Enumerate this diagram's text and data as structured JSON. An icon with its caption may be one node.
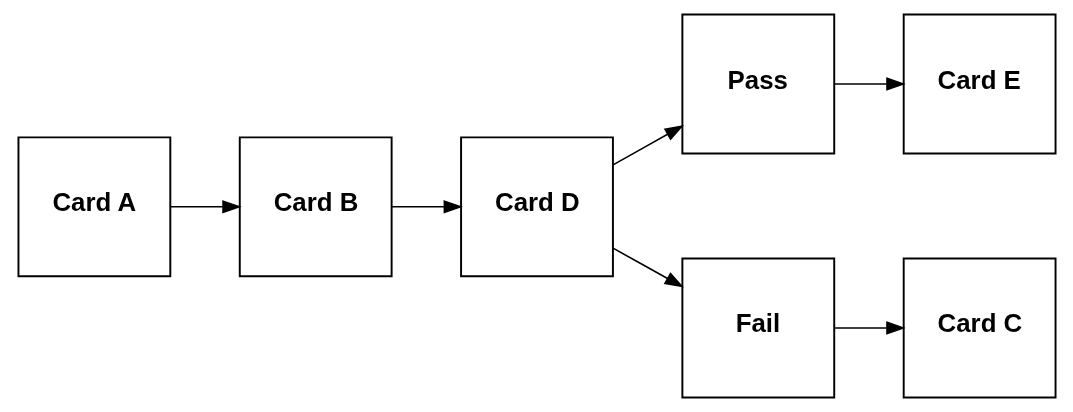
{
  "diagram": {
    "nodes": [
      {
        "text": [
          "Card A"
        ]
      },
      {
        "text": [
          "Card B"
        ]
      },
      {
        "text": [
          "Card D"
        ]
      },
      {
        "text": [
          "Pass"
        ]
      },
      {
        "text": [
          "Fail"
        ]
      },
      {
        "text": [
          "Card E"
        ]
      },
      {
        "text": [
          "Card C"
        ]
      }
    ],
    "edges": [
      {
        "from": 0,
        "to": 1,
        "arrow": "to"
      },
      {
        "from": 1,
        "to": 2,
        "arrow": "to"
      },
      {
        "from": 2,
        "to": 3,
        "arrow": "to"
      },
      {
        "from": 2,
        "to": 4,
        "arrow": "to"
      },
      {
        "from": 3,
        "to": 5,
        "arrow": "to"
      },
      {
        "from": 4,
        "to": 6,
        "arrow": "to"
      }
    ]
  }
}
